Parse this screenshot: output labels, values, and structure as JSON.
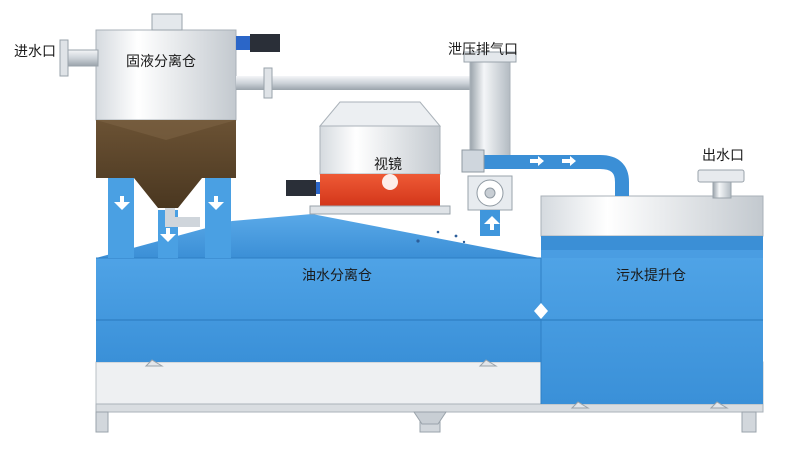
{
  "labels": {
    "inlet": "进水口",
    "solid_liquid_separation_tank": "固液分离仓",
    "pressure_relief_vent": "泄压排气口",
    "sight_glass": "视镜",
    "outlet": "出水口",
    "oil_water_separation_tank": "油水分离仓",
    "sewage_lift_tank": "污水提升仓"
  },
  "colors": {
    "tank_blue": "#3f96dc",
    "tank_blue_dark": "#2f7fc4",
    "hopper_brown": "#5a4327",
    "oil_red": "#e2401f",
    "frame_gray": "#e9ecef",
    "motor_dark": "#2a2f38",
    "motor_blue": "#2b66c8"
  },
  "icons": [
    "motor-icon",
    "flow-arrow-icon",
    "pump-icon",
    "valve-icon"
  ]
}
